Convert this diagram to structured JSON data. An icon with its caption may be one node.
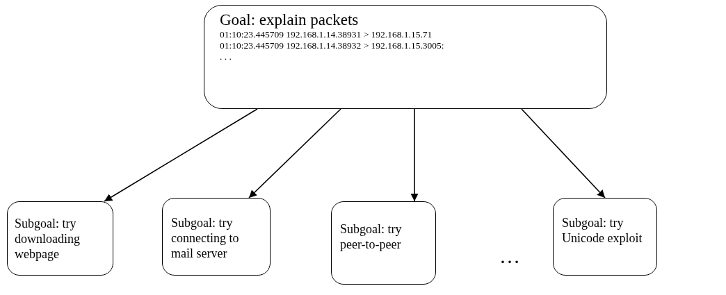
{
  "diagram": {
    "nodes": [
      {
        "text": [
          "Goal: explain packets",
          "01:10:23.445709 192.168.1.14.38931 > 192.168.1.15.71",
          "01:10:23.445709 192.168.1.14.38932 > 192.168.1.15.3005:",
          ". . ."
        ]
      },
      {
        "text": [
          "Subgoal: try downloading webpage"
        ]
      },
      {
        "text": [
          "Subgoal: try connecting to mail server"
        ]
      },
      {
        "text": [
          "Subgoal: try peer-to-peer"
        ]
      },
      {
        "text": [
          "Subgoal: try Unicode exploit"
        ]
      }
    ],
    "edges": [
      {
        "from": 0,
        "to": 1,
        "arrow": "to"
      },
      {
        "from": 0,
        "to": 2,
        "arrow": "to"
      },
      {
        "from": 0,
        "to": 3,
        "arrow": "to"
      },
      {
        "from": 0,
        "to": 4,
        "arrow": "to"
      }
    ],
    "labels": [
      "…"
    ]
  }
}
